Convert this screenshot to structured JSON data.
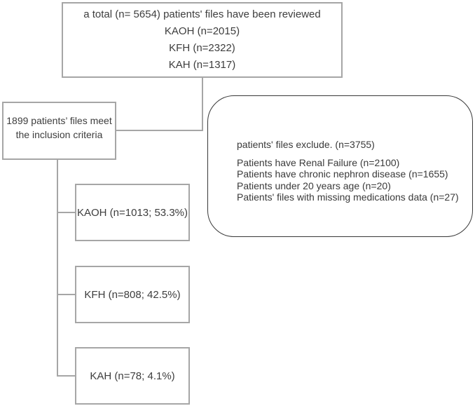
{
  "colors": {
    "background": "#ffffff",
    "box_border": "#a6a6a6",
    "connector": "#a6a6a6",
    "exclusion_border": "#383838",
    "text": "#3d3d3d"
  },
  "top_box": {
    "line1": "a total (n= 5654) patients' files have been reviewed",
    "line2": "KAOH (n=2015)",
    "line3": "KFH (n=2322)",
    "line4": "KAH (n=1317)"
  },
  "inclusion_box": {
    "line1": "1899 patients’ files meet",
    "line2": "the inclusion criteria"
  },
  "exclusion_box": {
    "title": "patients' files exclude. (n=3755)",
    "items": [
      "Patients have Renal Failure (n=2100)",
      "Patients have chronic nephron disease (n=1655)",
      "Patients under 20 years age (n=20)",
      "Patients' files with missing medications data (n=27)"
    ]
  },
  "hospital_boxes": [
    {
      "label": "KAOH (n=1013; 53.3%)"
    },
    {
      "label": "KFH (n=808; 42.5%)"
    },
    {
      "label": "KAH (n=78; 4.1%)"
    }
  ]
}
